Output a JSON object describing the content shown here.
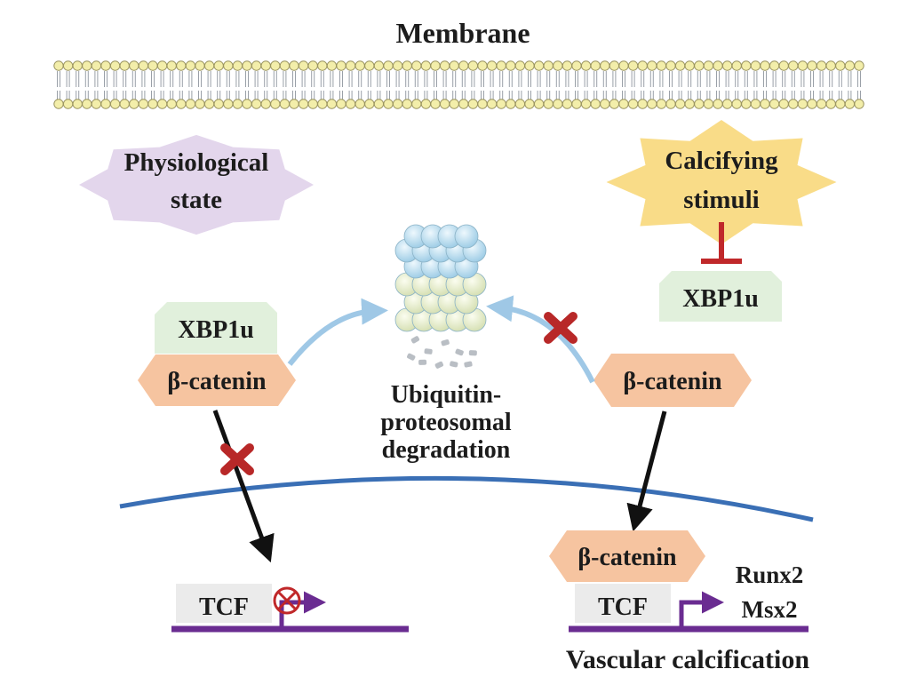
{
  "membrane": {
    "label": "Membrane",
    "colors": {
      "head": "#f3eeaa",
      "head_stroke": "#9a9460",
      "tail": "#9aa0a8"
    }
  },
  "physiological_state": {
    "line1": "Physiological",
    "line2": "state",
    "color": "#e3d6ec"
  },
  "calcifying_stimuli": {
    "line1": "Calcifying",
    "line2": "stimuli",
    "color": "#f9dc88"
  },
  "xbp1u_right": {
    "label": "XBP1u",
    "color": "#e1f0dc"
  },
  "xbp1u_left": {
    "label": "XBP1u",
    "color": "#e1f0dc"
  },
  "beta_catenin_left": {
    "label": "β-catenin",
    "color": "#f6c4a0"
  },
  "beta_catenin_mid": {
    "label": "β-catenin",
    "color": "#f6c4a0"
  },
  "beta_catenin_nucleus": {
    "label": "β-catenin",
    "color": "#f6c4a0"
  },
  "proteasome": {
    "line1": "Ubiquitin-",
    "line2": "proteosomal",
    "line3": "degradation",
    "colors": {
      "top": "#b7dcee",
      "bottom": "#e6ecc8",
      "fragments": "#b9bec4"
    }
  },
  "tcf_left": {
    "label": "TCF",
    "color": "#ebebeb"
  },
  "tcf_right": {
    "label": "TCF",
    "color": "#ebebeb"
  },
  "target_genes": {
    "line1": "Runx2",
    "line2": "Msx2"
  },
  "outcome": {
    "label": "Vascular calcification"
  },
  "colors": {
    "inhibit": "#c0282a",
    "block_x": "#b82828",
    "arrow_black": "#111111",
    "arrow_light": "#9fc8e6",
    "nuclear_envelope": "#3a6fb5",
    "dna": "#6a2c91"
  }
}
